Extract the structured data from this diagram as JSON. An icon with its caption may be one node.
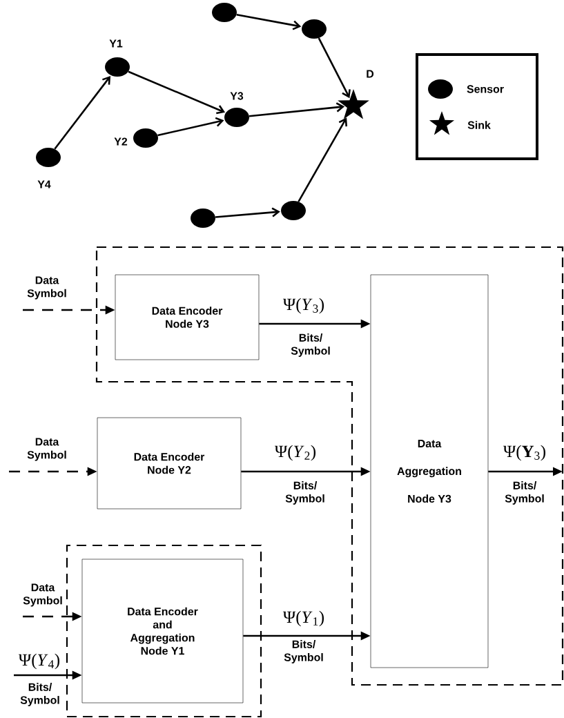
{
  "diagram": {
    "nodes": [
      {
        "text": [],
        "shape": "circle"
      },
      {
        "text": [],
        "shape": "circle"
      },
      {
        "text": [],
        "shape": "circle",
        "beside": [
          "Y1"
        ]
      },
      {
        "text": [],
        "shape": "circle",
        "beside": [
          "Y4"
        ]
      },
      {
        "text": [],
        "shape": "circle",
        "beside": [
          "Y3"
        ]
      },
      {
        "text": [],
        "shape": "circle",
        "beside": [
          "Y2"
        ]
      },
      {
        "text": [],
        "shape": "star",
        "beside": [
          "D"
        ]
      },
      {
        "text": [],
        "shape": "circle"
      },
      {
        "text": [],
        "shape": "circle"
      },
      {
        "text": [],
        "shape": "box"
      },
      {
        "text": [
          "Data Encoder Node Y3"
        ],
        "in": 9
      },
      {
        "text": [
          "Data Aggregation Node Y3"
        ],
        "in": 9
      },
      {
        "text": [
          "Data Encoder Node Y2"
        ]
      },
      {
        "text": [],
        "shape": "box"
      },
      {
        "text": [
          "Data Encoder and Aggregation Node Y1"
        ],
        "in": 13
      }
    ],
    "edges": [
      {
        "from": 0,
        "to": 1,
        "arrow": "to"
      },
      {
        "from": 1,
        "to": 6,
        "arrow": "to"
      },
      {
        "from": 3,
        "to": 2,
        "arrow": "to"
      },
      {
        "from": 2,
        "to": 4,
        "arrow": "to"
      },
      {
        "from": 5,
        "to": 4,
        "arrow": "to"
      },
      {
        "from": 4,
        "to": 6,
        "arrow": "to"
      },
      {
        "from": 7,
        "to": 8,
        "arrow": "to"
      },
      {
        "from": 8,
        "to": 6,
        "arrow": "to"
      },
      {
        "from": null,
        "to": 10,
        "arrow": "to",
        "style": "dashed",
        "label": "Data Symbol"
      },
      {
        "from": 10,
        "to": 11,
        "arrow": "to",
        "label": "Ψ(*Y*$_{3}$)"
      },
      {
        "from": null,
        "to": 12,
        "arrow": "to",
        "style": "dashed",
        "label": "Data Symbol"
      },
      {
        "from": 12,
        "to": 11,
        "arrow": "to",
        "label": "Ψ(*Y*$_{2}$)"
      },
      {
        "from": null,
        "to": 14,
        "arrow": "to",
        "style": "dashed",
        "label": "Data Symbol"
      },
      {
        "from": null,
        "to": 14,
        "arrow": "to",
        "label": "Ψ(*Y*$_{4}$)"
      },
      {
        "from": 14,
        "to": 11,
        "arrow": "to",
        "label": "Ψ(*Y*$_{1}$)"
      },
      {
        "from": 11,
        "to": null,
        "arrow": "to",
        "label": "Ψ(**Y**$_{3}$)"
      }
    ],
    "labels": [
      "Bits/ Symbol",
      "Bits/ Symbol",
      "Bits/ Symbol",
      "Bits/ Symbol",
      "Bits/ Symbol"
    ],
    "legend": [
      {
        "text": "Sensor"
      },
      {
        "text": "Sink"
      }
    ]
  }
}
